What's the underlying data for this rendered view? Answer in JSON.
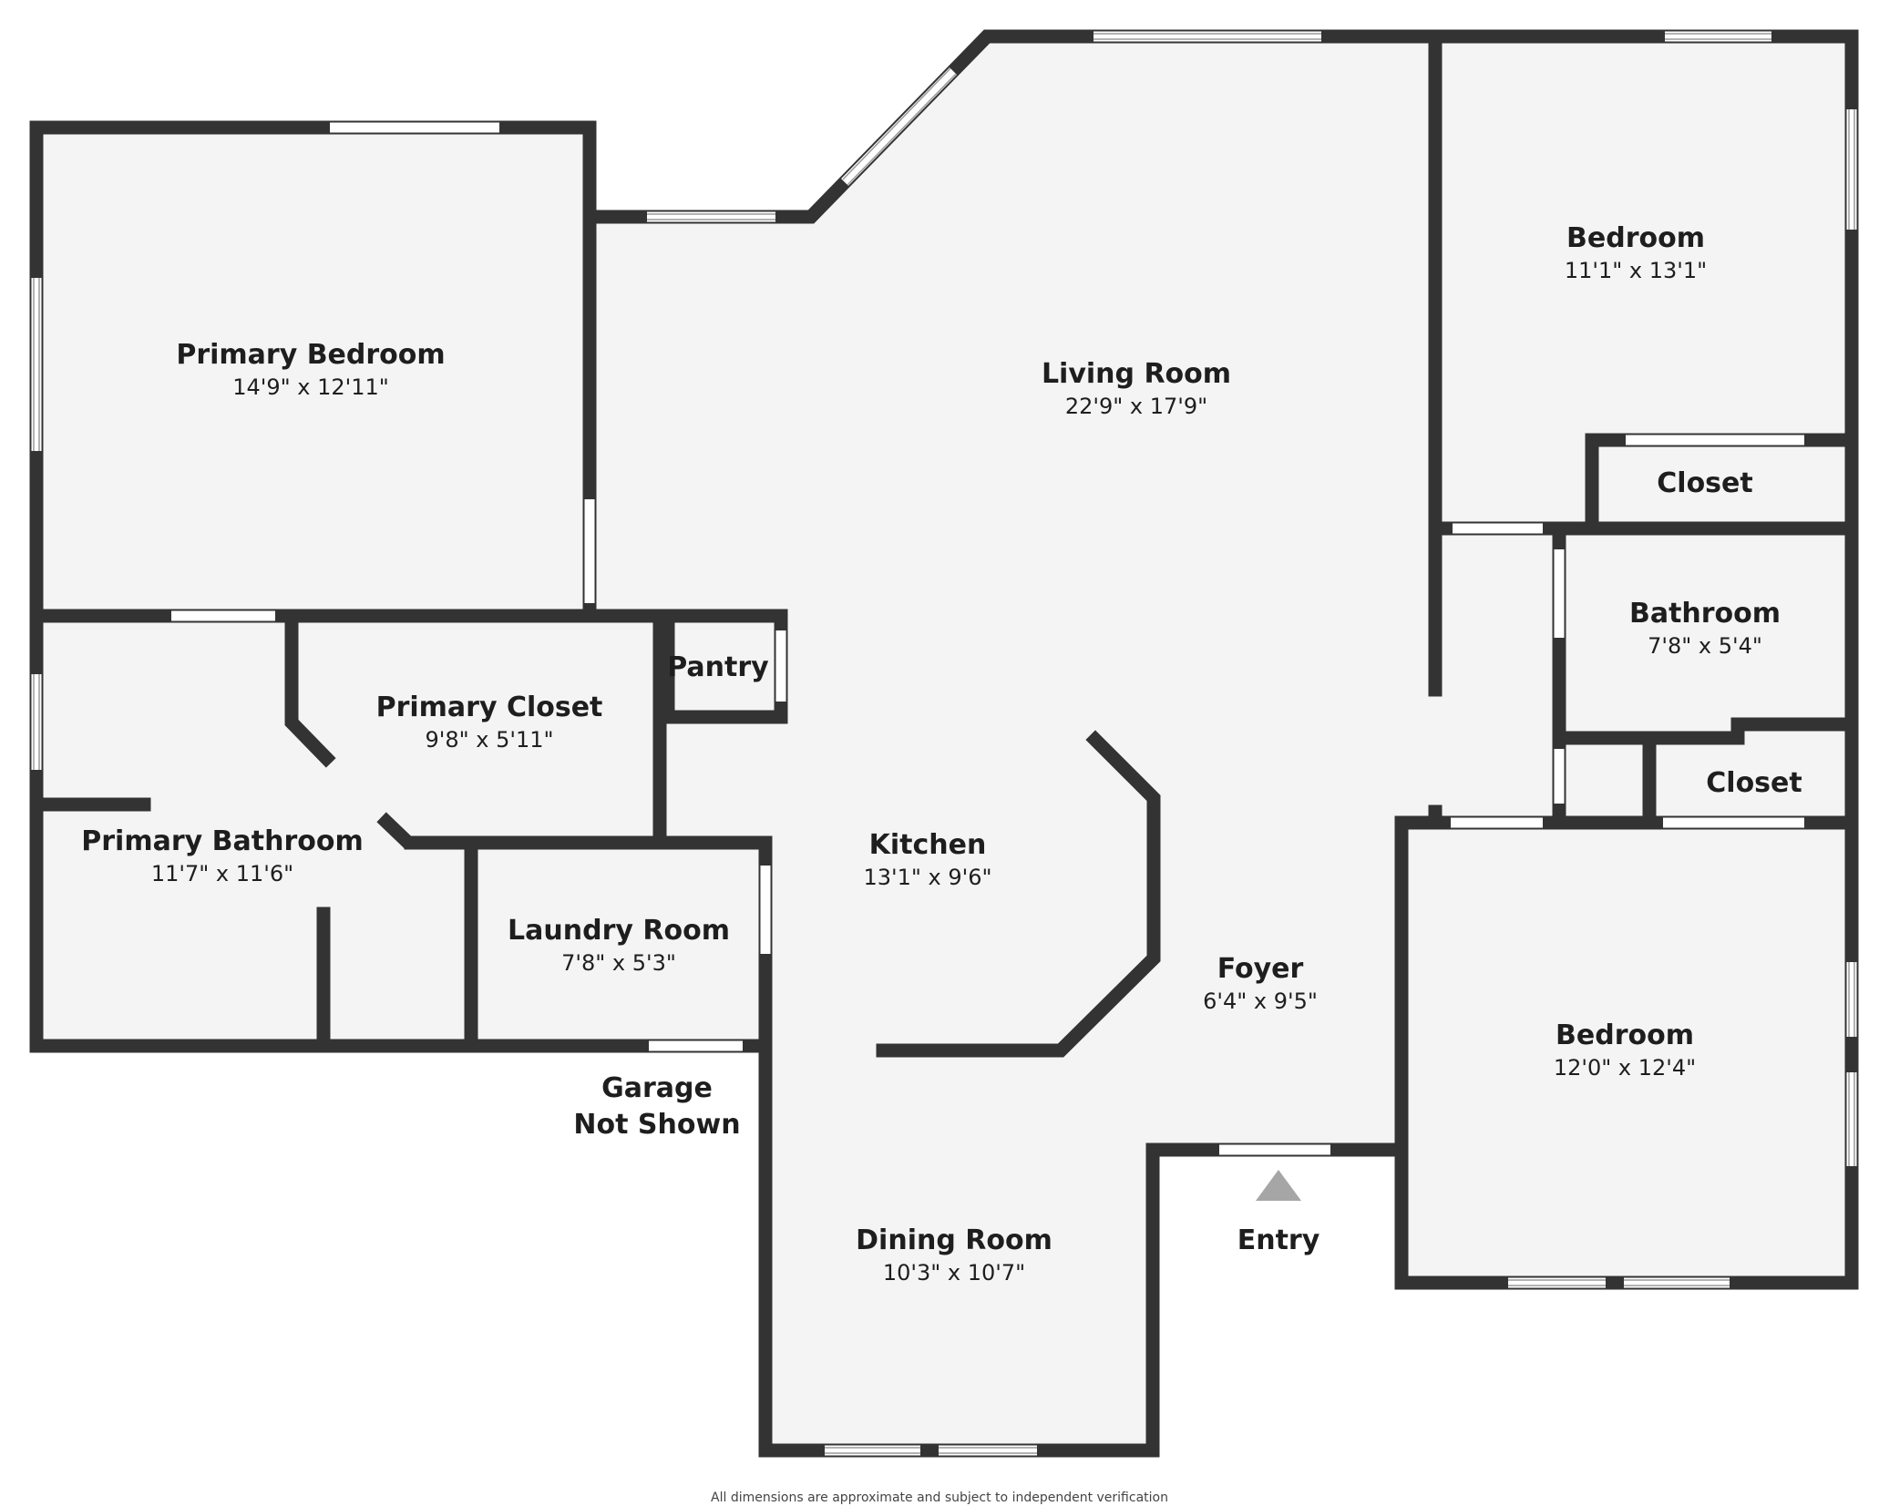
{
  "colors": {
    "floor": "#f4f4f4",
    "wall": "#333333",
    "background": "#ffffff",
    "entry_arrow": "#a6a6a6"
  },
  "rooms": [
    {
      "id": "primary-bedroom",
      "name": "Primary Bedroom",
      "dims": "14'9\" x 12'11\""
    },
    {
      "id": "living-room",
      "name": "Living Room",
      "dims": "22'9\" x 17'9\""
    },
    {
      "id": "bedroom-1",
      "name": "Bedroom",
      "dims": "11'1\" x 13'1\""
    },
    {
      "id": "closet-1",
      "name": "Closet",
      "dims": ""
    },
    {
      "id": "bathroom",
      "name": "Bathroom",
      "dims": "7'8\" x 5'4\""
    },
    {
      "id": "pantry",
      "name": "Pantry",
      "dims": ""
    },
    {
      "id": "primary-closet",
      "name": "Primary Closet",
      "dims": "9'8\" x 5'11\""
    },
    {
      "id": "closet-2",
      "name": "Closet",
      "dims": ""
    },
    {
      "id": "primary-bathroom",
      "name": "Primary Bathroom",
      "dims": "11'7\" x 11'6\""
    },
    {
      "id": "kitchen",
      "name": "Kitchen",
      "dims": "13'1\" x 9'6\""
    },
    {
      "id": "laundry-room",
      "name": "Laundry Room",
      "dims": "7'8\" x 5'3\""
    },
    {
      "id": "foyer",
      "name": "Foyer",
      "dims": "6'4\" x 9'5\""
    },
    {
      "id": "bedroom-2",
      "name": "Bedroom",
      "dims": "12'0\" x 12'4\""
    },
    {
      "id": "dining-room",
      "name": "Dining Room",
      "dims": "10'3\" x 10'7\""
    }
  ],
  "notes": {
    "garage_line1": "Garage",
    "garage_line2": "Not Shown",
    "entry": "Entry"
  },
  "disclaimer": "All dimensions are approximate and subject to independent verification"
}
